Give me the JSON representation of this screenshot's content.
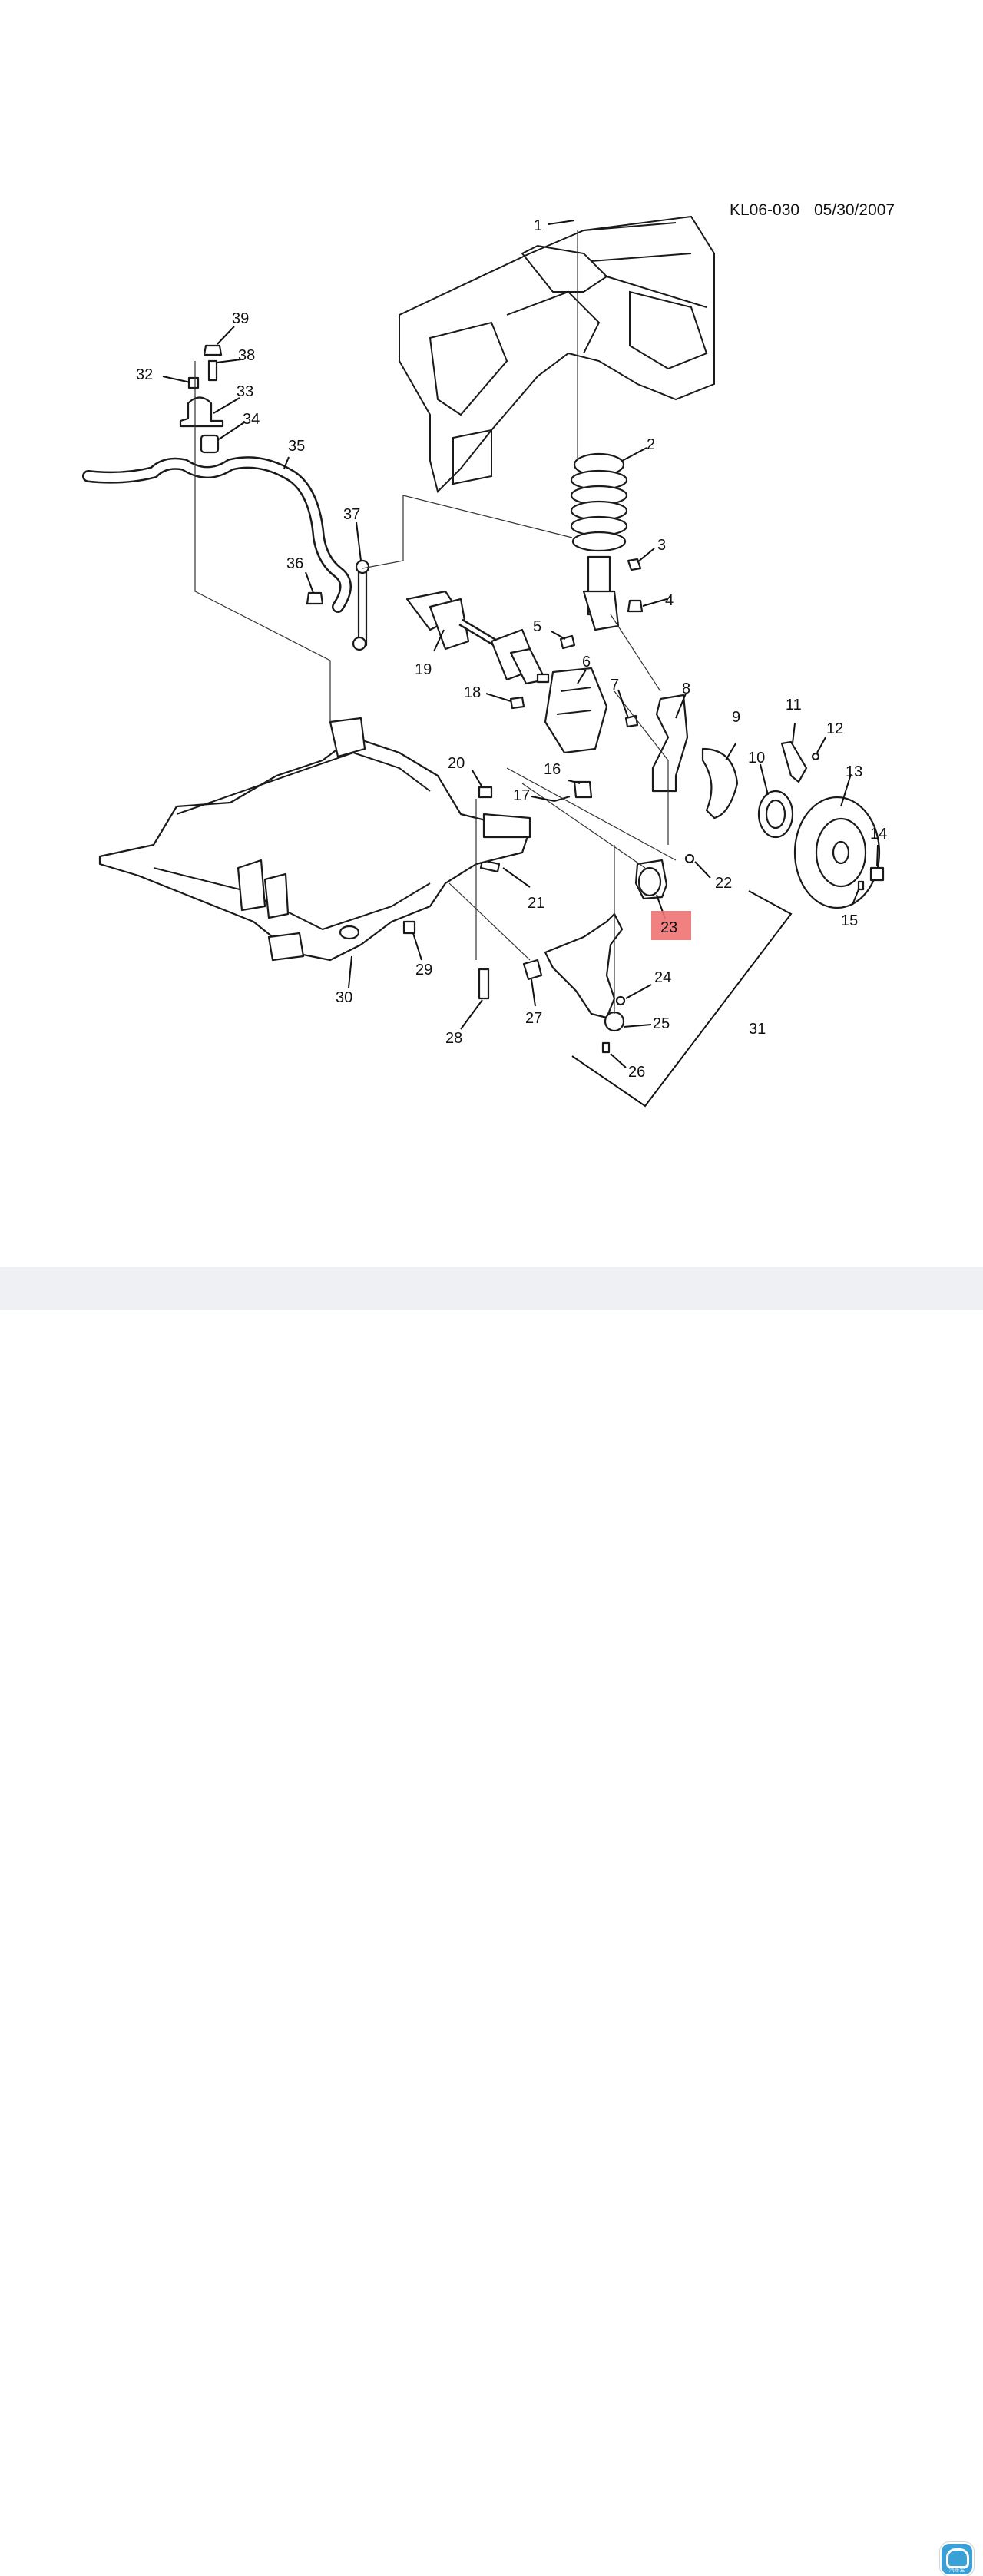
{
  "diagram": {
    "code": "KL06-030",
    "date": "05/30/2007",
    "highlight_color": "#f07272",
    "highlighted_part": "23",
    "callouts": [
      {
        "id": "c1",
        "label": "1"
      },
      {
        "id": "c2",
        "label": "2"
      },
      {
        "id": "c3",
        "label": "3"
      },
      {
        "id": "c4",
        "label": "4"
      },
      {
        "id": "c5",
        "label": "5"
      },
      {
        "id": "c6",
        "label": "6"
      },
      {
        "id": "c7",
        "label": "7"
      },
      {
        "id": "c8",
        "label": "8"
      },
      {
        "id": "c9",
        "label": "9"
      },
      {
        "id": "c10",
        "label": "10"
      },
      {
        "id": "c11",
        "label": "11"
      },
      {
        "id": "c12",
        "label": "12"
      },
      {
        "id": "c13",
        "label": "13"
      },
      {
        "id": "c14",
        "label": "14"
      },
      {
        "id": "c15",
        "label": "15"
      },
      {
        "id": "c16",
        "label": "16"
      },
      {
        "id": "c17",
        "label": "17"
      },
      {
        "id": "c18",
        "label": "18"
      },
      {
        "id": "c19",
        "label": "19"
      },
      {
        "id": "c20",
        "label": "20"
      },
      {
        "id": "c21",
        "label": "21"
      },
      {
        "id": "c22",
        "label": "22"
      },
      {
        "id": "c23",
        "label": "23"
      },
      {
        "id": "c24",
        "label": "24"
      },
      {
        "id": "c25",
        "label": "25"
      },
      {
        "id": "c26",
        "label": "26"
      },
      {
        "id": "c27",
        "label": "27"
      },
      {
        "id": "c28",
        "label": "28"
      },
      {
        "id": "c29",
        "label": "29"
      },
      {
        "id": "c30",
        "label": "30"
      },
      {
        "id": "c31",
        "label": "31"
      },
      {
        "id": "c32",
        "label": "32"
      },
      {
        "id": "c33",
        "label": "33"
      },
      {
        "id": "c34",
        "label": "34"
      },
      {
        "id": "c35",
        "label": "35"
      },
      {
        "id": "c36",
        "label": "36"
      },
      {
        "id": "c37",
        "label": "37"
      },
      {
        "id": "c38",
        "label": "38"
      },
      {
        "id": "c39",
        "label": "39"
      }
    ]
  },
  "app_badge": {
    "icon": "car-assistant-icon",
    "label": "汽修宝"
  }
}
